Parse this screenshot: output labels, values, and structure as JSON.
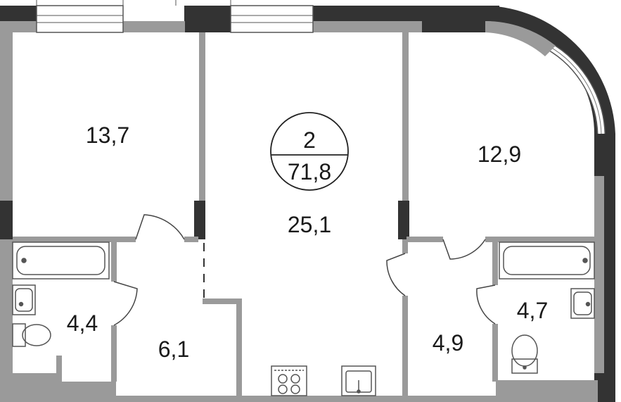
{
  "badge": {
    "rooms": "2",
    "total_area": "71,8"
  },
  "rooms": [
    {
      "id": "bedroom-left",
      "area": "13,7"
    },
    {
      "id": "living-kitchen",
      "area": "25,1"
    },
    {
      "id": "bedroom-right",
      "area": "12,9"
    },
    {
      "id": "bathroom-left",
      "area": "4,4"
    },
    {
      "id": "hallway",
      "area": "6,1"
    },
    {
      "id": "corridor-right",
      "area": "4,9"
    },
    {
      "id": "bathroom-right",
      "area": "4,7"
    }
  ],
  "colors": {
    "wall_dark": "#333333",
    "wall_gray": "#9a9a9a",
    "fixture_stroke": "#555555",
    "background": "#ffffff"
  }
}
